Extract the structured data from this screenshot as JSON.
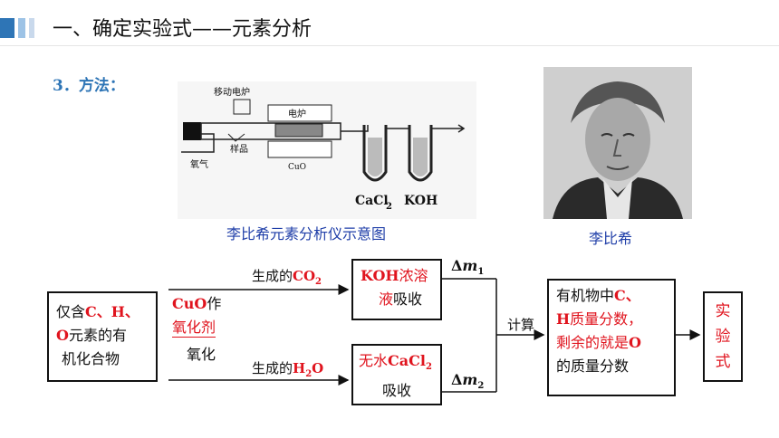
{
  "header": {
    "title": "一、确定实验式——元素分析",
    "accent_colors": [
      "#2e75b6",
      "#9dc3e6",
      "#c9d9ec"
    ]
  },
  "method": {
    "label": "3．方法："
  },
  "apparatus": {
    "labels": {
      "movable_furnace": "移动电炉",
      "furnace": "电炉",
      "sample": "样品",
      "oxygen": "氧气",
      "cuo": "CuO",
      "cacl2": "CaCl",
      "cacl2_sub": "2",
      "koh": "KOH"
    },
    "caption": "李比希元素分析仪示意图"
  },
  "portrait": {
    "caption": "李比希",
    "icon": "person-portrait-icon"
  },
  "flow": {
    "start_box": {
      "l1a": "仅含",
      "l1b": "C、H、",
      "l2a": "O",
      "l2b": "元素的有",
      "l3": "机化合物"
    },
    "oxidant": {
      "cuo": "CuO",
      "zuo": "作",
      "agent": "氧化剂",
      "action": "氧化"
    },
    "top_arrow": {
      "prefix": "生成的",
      "co": "CO",
      "co_sub": "2"
    },
    "bottom_arrow": {
      "prefix": "生成的",
      "h": "H",
      "h_sub": "2",
      "o": "O"
    },
    "koh_box": {
      "bold": "KOH",
      "red_rest": "浓溶",
      "l2red": "液",
      "l2": "吸收"
    },
    "cacl_box": {
      "prefix": "无水",
      "cacl": "CaCl",
      "cacl_sub": "2",
      "l2": "吸收"
    },
    "delta1": {
      "d": "Δ",
      "m": "m",
      "sub": "1"
    },
    "delta2": {
      "d": "Δ",
      "m": "m",
      "sub": "2"
    },
    "calc": "计算",
    "result_box": {
      "l1a": "有机物中",
      "l1b": "C、",
      "l2a": "H",
      "l2b": "质量分数，",
      "l3a": "剩余的就是",
      "l3b": "O",
      "l4": "的质量分数"
    },
    "final_box": {
      "c1": "实",
      "c2": "验",
      "c3": "式"
    }
  }
}
